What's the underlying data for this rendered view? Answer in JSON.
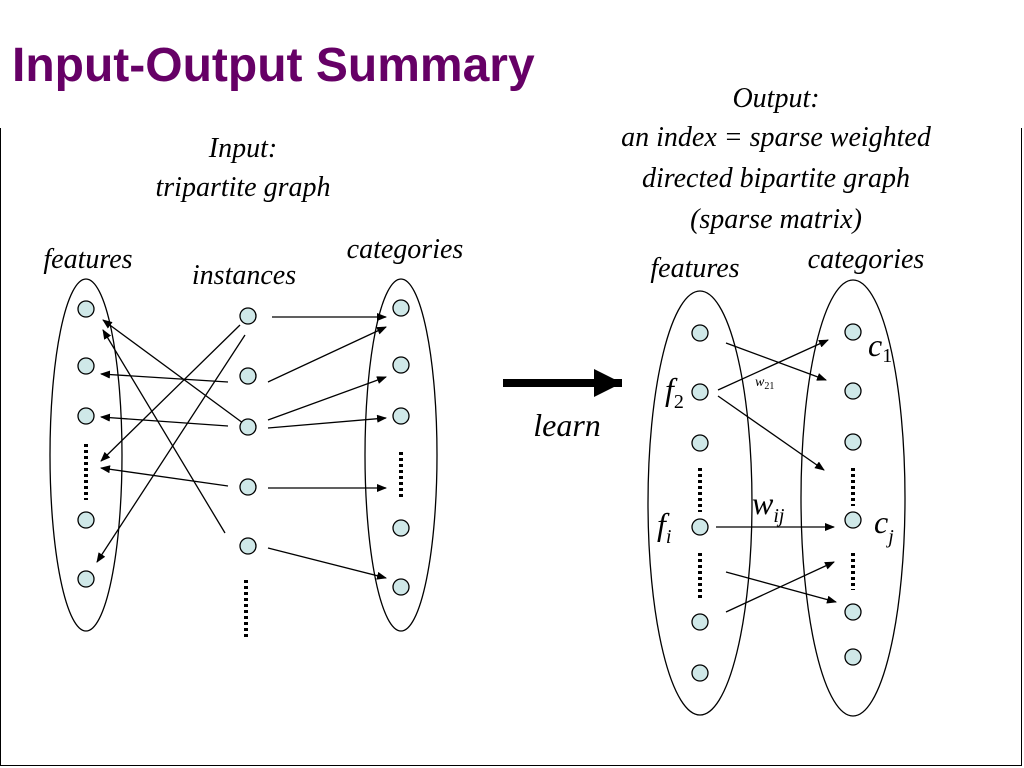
{
  "title": "Input-Output Summary",
  "input": {
    "heading": [
      "Input:",
      "tripartite graph"
    ],
    "features_label": "features",
    "instances_label": "instances",
    "categories_label": "categories"
  },
  "output": {
    "heading": [
      "Output:",
      "an index = sparse weighted",
      "directed bipartite graph",
      "(sparse matrix)"
    ],
    "features_label": "features",
    "categories_label": "categories",
    "node_labels": {
      "f2": {
        "base": "f",
        "sub": "2"
      },
      "fi": {
        "base": "f",
        "sub": "i"
      },
      "c1": {
        "base": "c",
        "sub": "1"
      },
      "cj": {
        "base": "c",
        "sub": "j"
      },
      "w21": {
        "base": "w",
        "sub": "21"
      },
      "wij": {
        "base": "w",
        "sub": "ij"
      }
    }
  },
  "learn_label": "learn",
  "colors": {
    "title": "#660066",
    "node_fill": "#cfe8e8"
  }
}
